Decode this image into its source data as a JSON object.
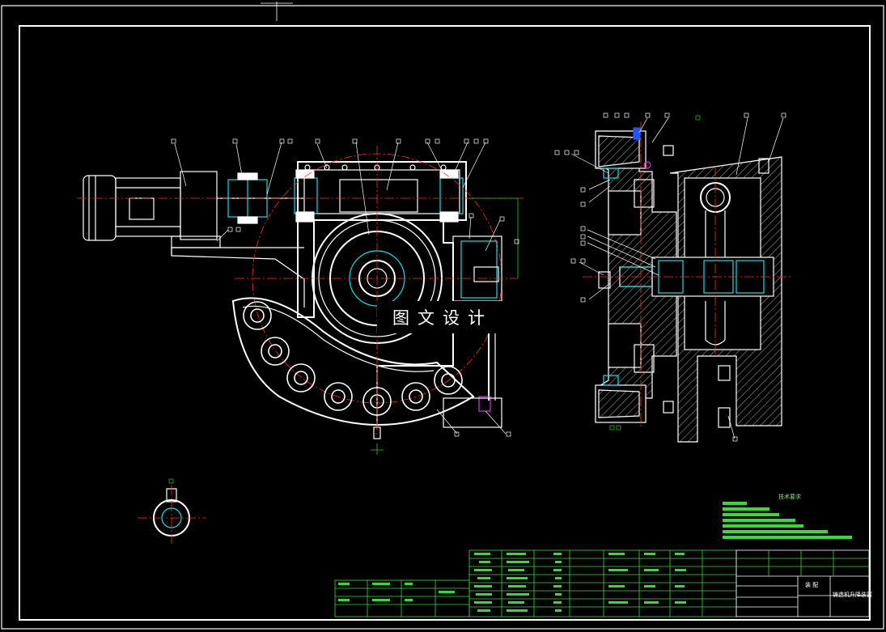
{
  "watermark": "图文设计",
  "title_block": {
    "name": "装 配",
    "title": "铸造机升降装置"
  },
  "tech_requirements_title": "技术要求",
  "colors": {
    "background": "#000000",
    "lines": "#ffffff",
    "center_lines": "#ff2a2a",
    "dimensions": "#22cc22",
    "section": "#00e5e5",
    "hatch": "#e0e0e0",
    "table": "#33dd33",
    "highlight": "#dd33dd"
  }
}
